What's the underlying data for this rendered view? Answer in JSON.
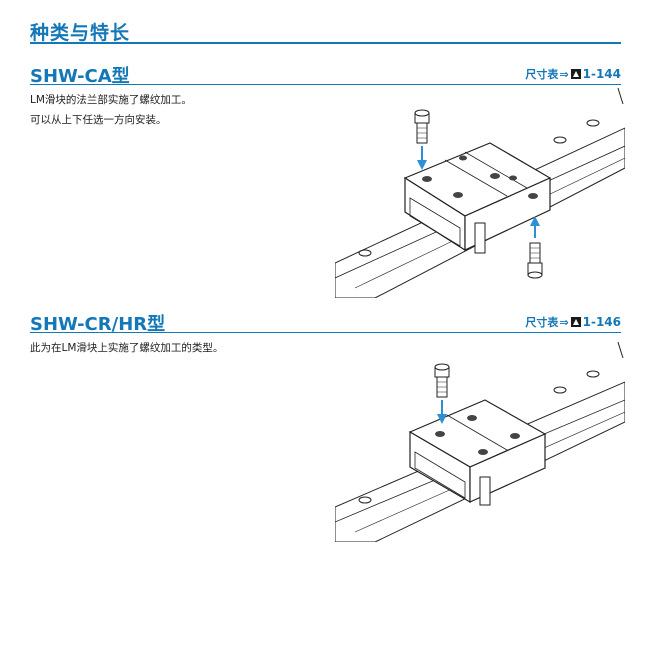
{
  "header": {
    "title": "种类与特长"
  },
  "sections": [
    {
      "heading": "SHW-CA型",
      "ref_label": "尺寸表",
      "ref_page": "1-144",
      "lines": [
        "LM滑块的法兰部实施了螺纹加工。",
        "可以从上下任选一方向安装。"
      ]
    },
    {
      "heading": "SHW-CR/HR型",
      "ref_label": "尺寸表",
      "ref_page": "1-146",
      "lines": [
        "此为在LM滑块上实施了螺纹加工的类型。"
      ]
    }
  ],
  "colors": {
    "accent": "#1478b8",
    "arrow": "#2f8fd6"
  },
  "icons": [
    "arrow-right-icon",
    "reference-triangle-icon"
  ]
}
